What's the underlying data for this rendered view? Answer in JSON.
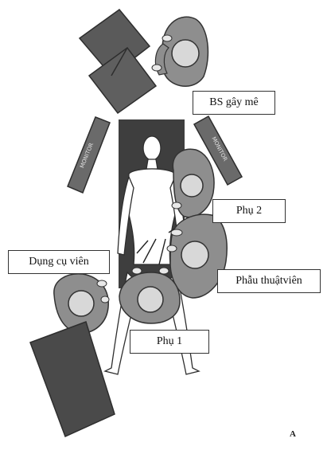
{
  "labels": {
    "anesthesiologist": "BS gây mê",
    "assistant_2": "Phụ 2",
    "scrub_nurse": "Dụng cụ viên",
    "surgeon": "Phẫu thuậtviên",
    "assistant_1": "Phụ 1"
  },
  "monitors": [
    "MONITOR",
    "MONITOR"
  ],
  "panel_letter": "A",
  "colors": {
    "table": "#3e3e3e",
    "equipment": "#595959",
    "staff": "#8e8e8e",
    "head": "#d8d8d8",
    "outline": "#333333"
  }
}
